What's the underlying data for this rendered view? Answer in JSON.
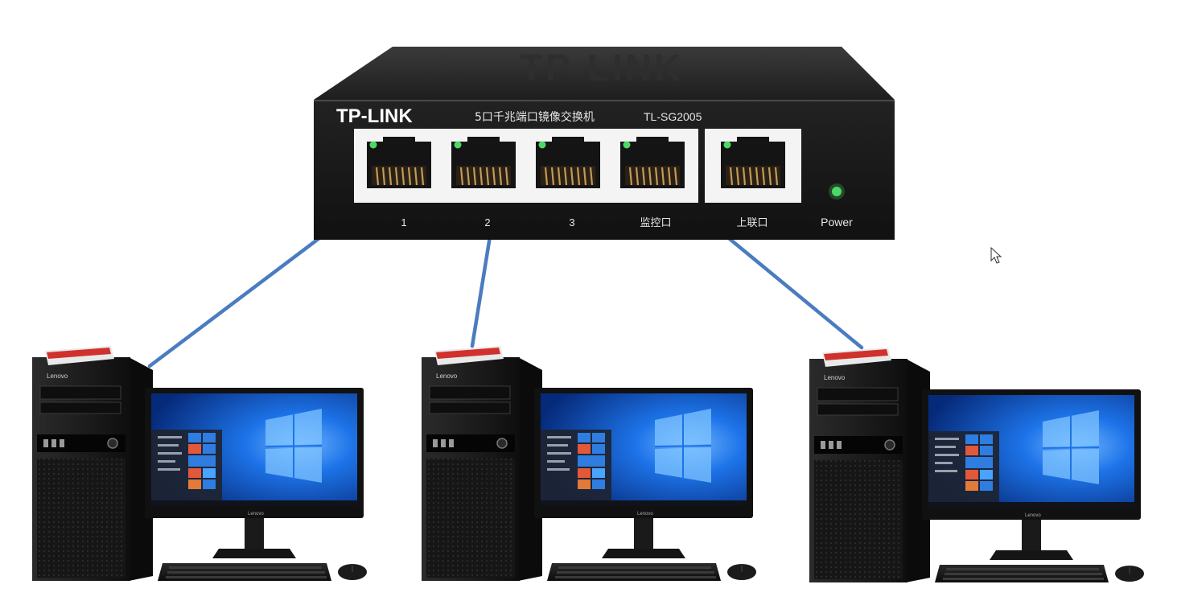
{
  "switch": {
    "brand": "TP-LINK",
    "description": "5口千兆端口镜像交换机",
    "model": "TL-SG2005",
    "top_brand": "TP-LINK",
    "ports": [
      {
        "label": "1"
      },
      {
        "label": "2"
      },
      {
        "label": "3"
      },
      {
        "label": "监控口"
      },
      {
        "label": "上联口"
      }
    ],
    "power_label": "Power"
  },
  "computers": [
    {
      "brand": "Lenovo"
    },
    {
      "brand": "Lenovo"
    },
    {
      "brand": "Lenovo"
    }
  ],
  "colors": {
    "cable": "#4a7cc0",
    "switch_body": "#1b1b1b",
    "switch_top": "#2a2a2a",
    "led_green": "#4cd964",
    "desktop_blue": "#0a5bd6",
    "tower_red": "#d0312d"
  }
}
